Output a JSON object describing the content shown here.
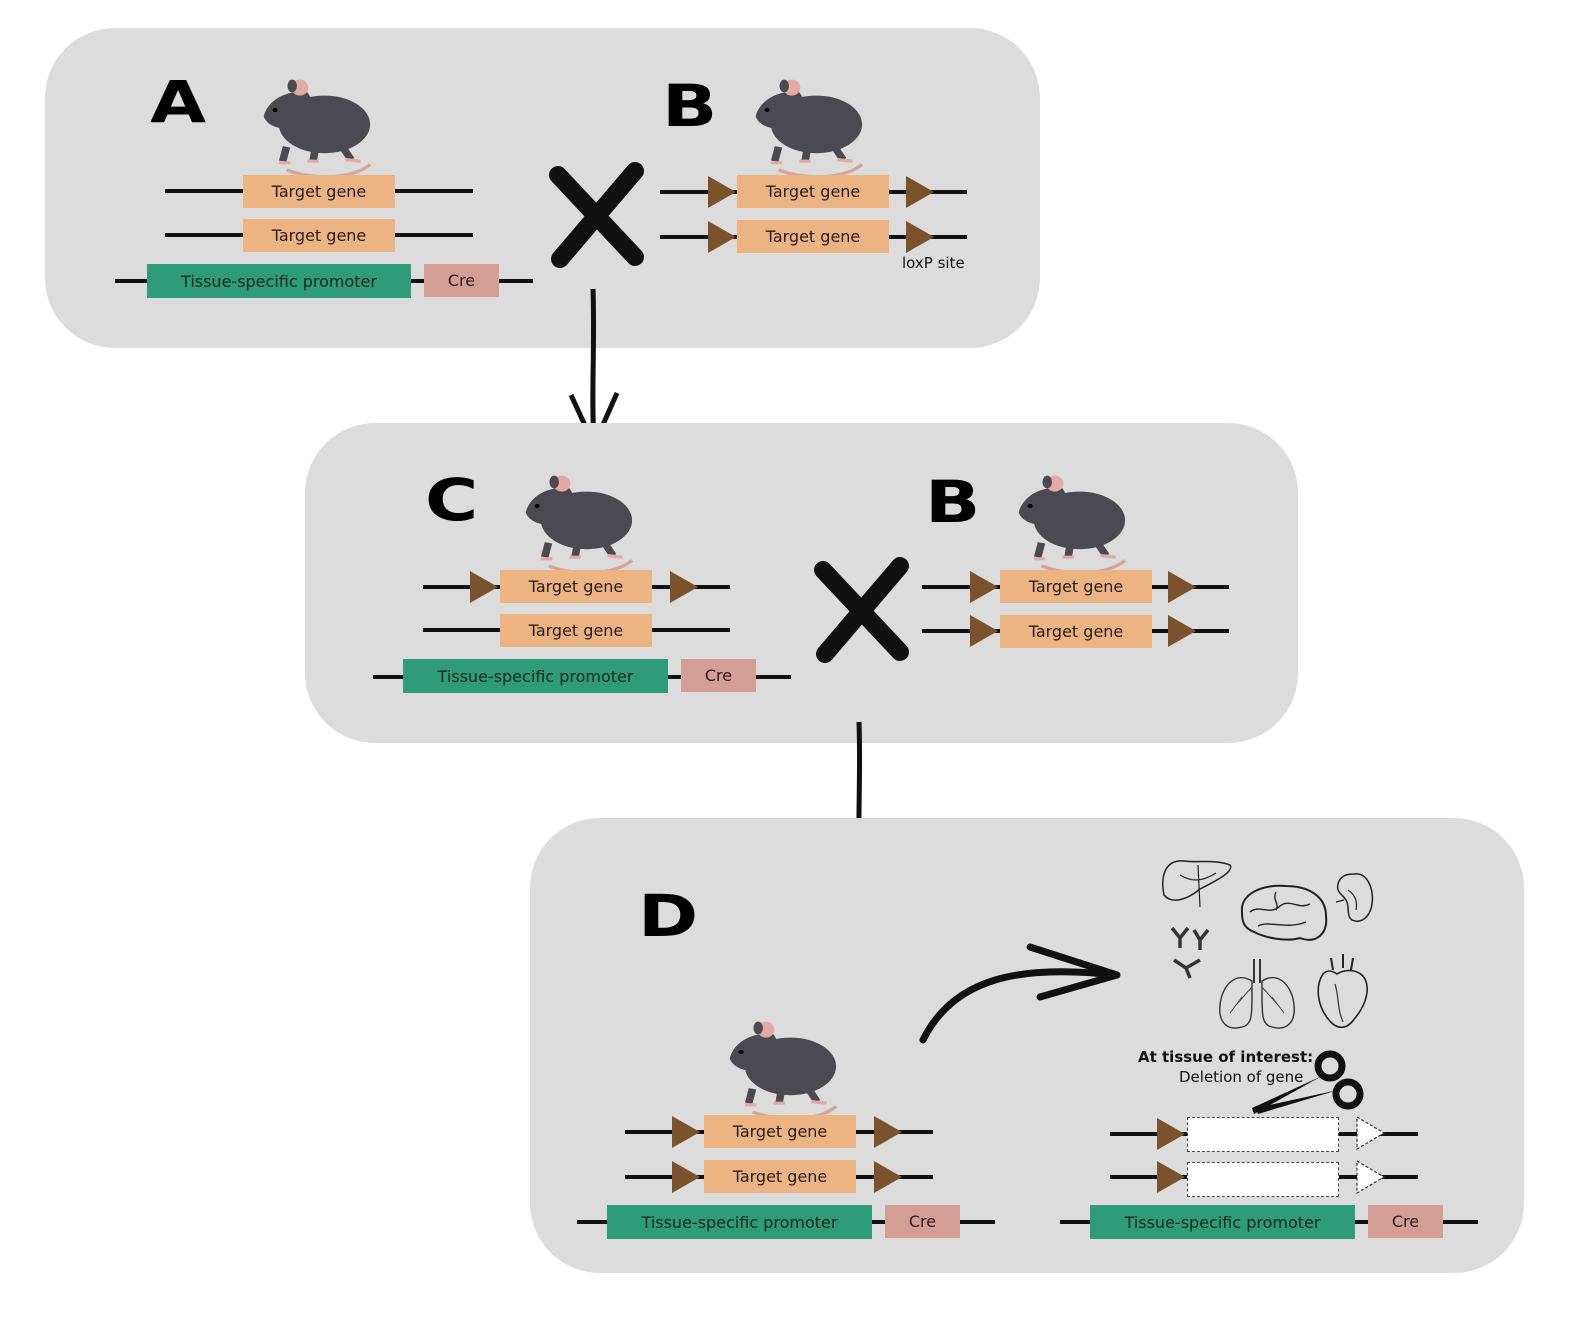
{
  "panels": {
    "top": {
      "mouse_a": {
        "letter": "A",
        "genes": [
          "Target gene",
          "Target gene"
        ],
        "promoter": "Tissue-specific promoter",
        "cre": "Cre"
      },
      "mouse_b": {
        "letter": "B",
        "genes": [
          "Target gene",
          "Target gene"
        ],
        "loxp_label": "loxP site"
      }
    },
    "middle": {
      "mouse_c": {
        "letter": "C",
        "genes": [
          "Target gene",
          "Target gene"
        ],
        "promoter": "Tissue-specific promoter",
        "cre": "Cre"
      },
      "mouse_b": {
        "letter": "B",
        "genes": [
          "Target gene",
          "Target gene"
        ]
      }
    },
    "bottom": {
      "mouse_d": {
        "letter": "D",
        "genes": [
          "Target gene",
          "Target gene"
        ],
        "promoter": "Tissue-specific promoter",
        "cre": "Cre"
      },
      "tissue": {
        "heading": "At tissue of interest:",
        "subheading": "Deletion of gene",
        "promoter": "Tissue-specific promoter",
        "cre": "Cre",
        "organs": [
          "liver-icon",
          "brain-icon",
          "kidney-icon",
          "antibody-icon",
          "lungs-icon",
          "heart-icon"
        ]
      }
    }
  },
  "colors": {
    "panel": "#dcdcdc",
    "gene": "#ecb483",
    "promoter": "#2e9c78",
    "cre": "#d49d96",
    "loxp": "#7a522c"
  }
}
